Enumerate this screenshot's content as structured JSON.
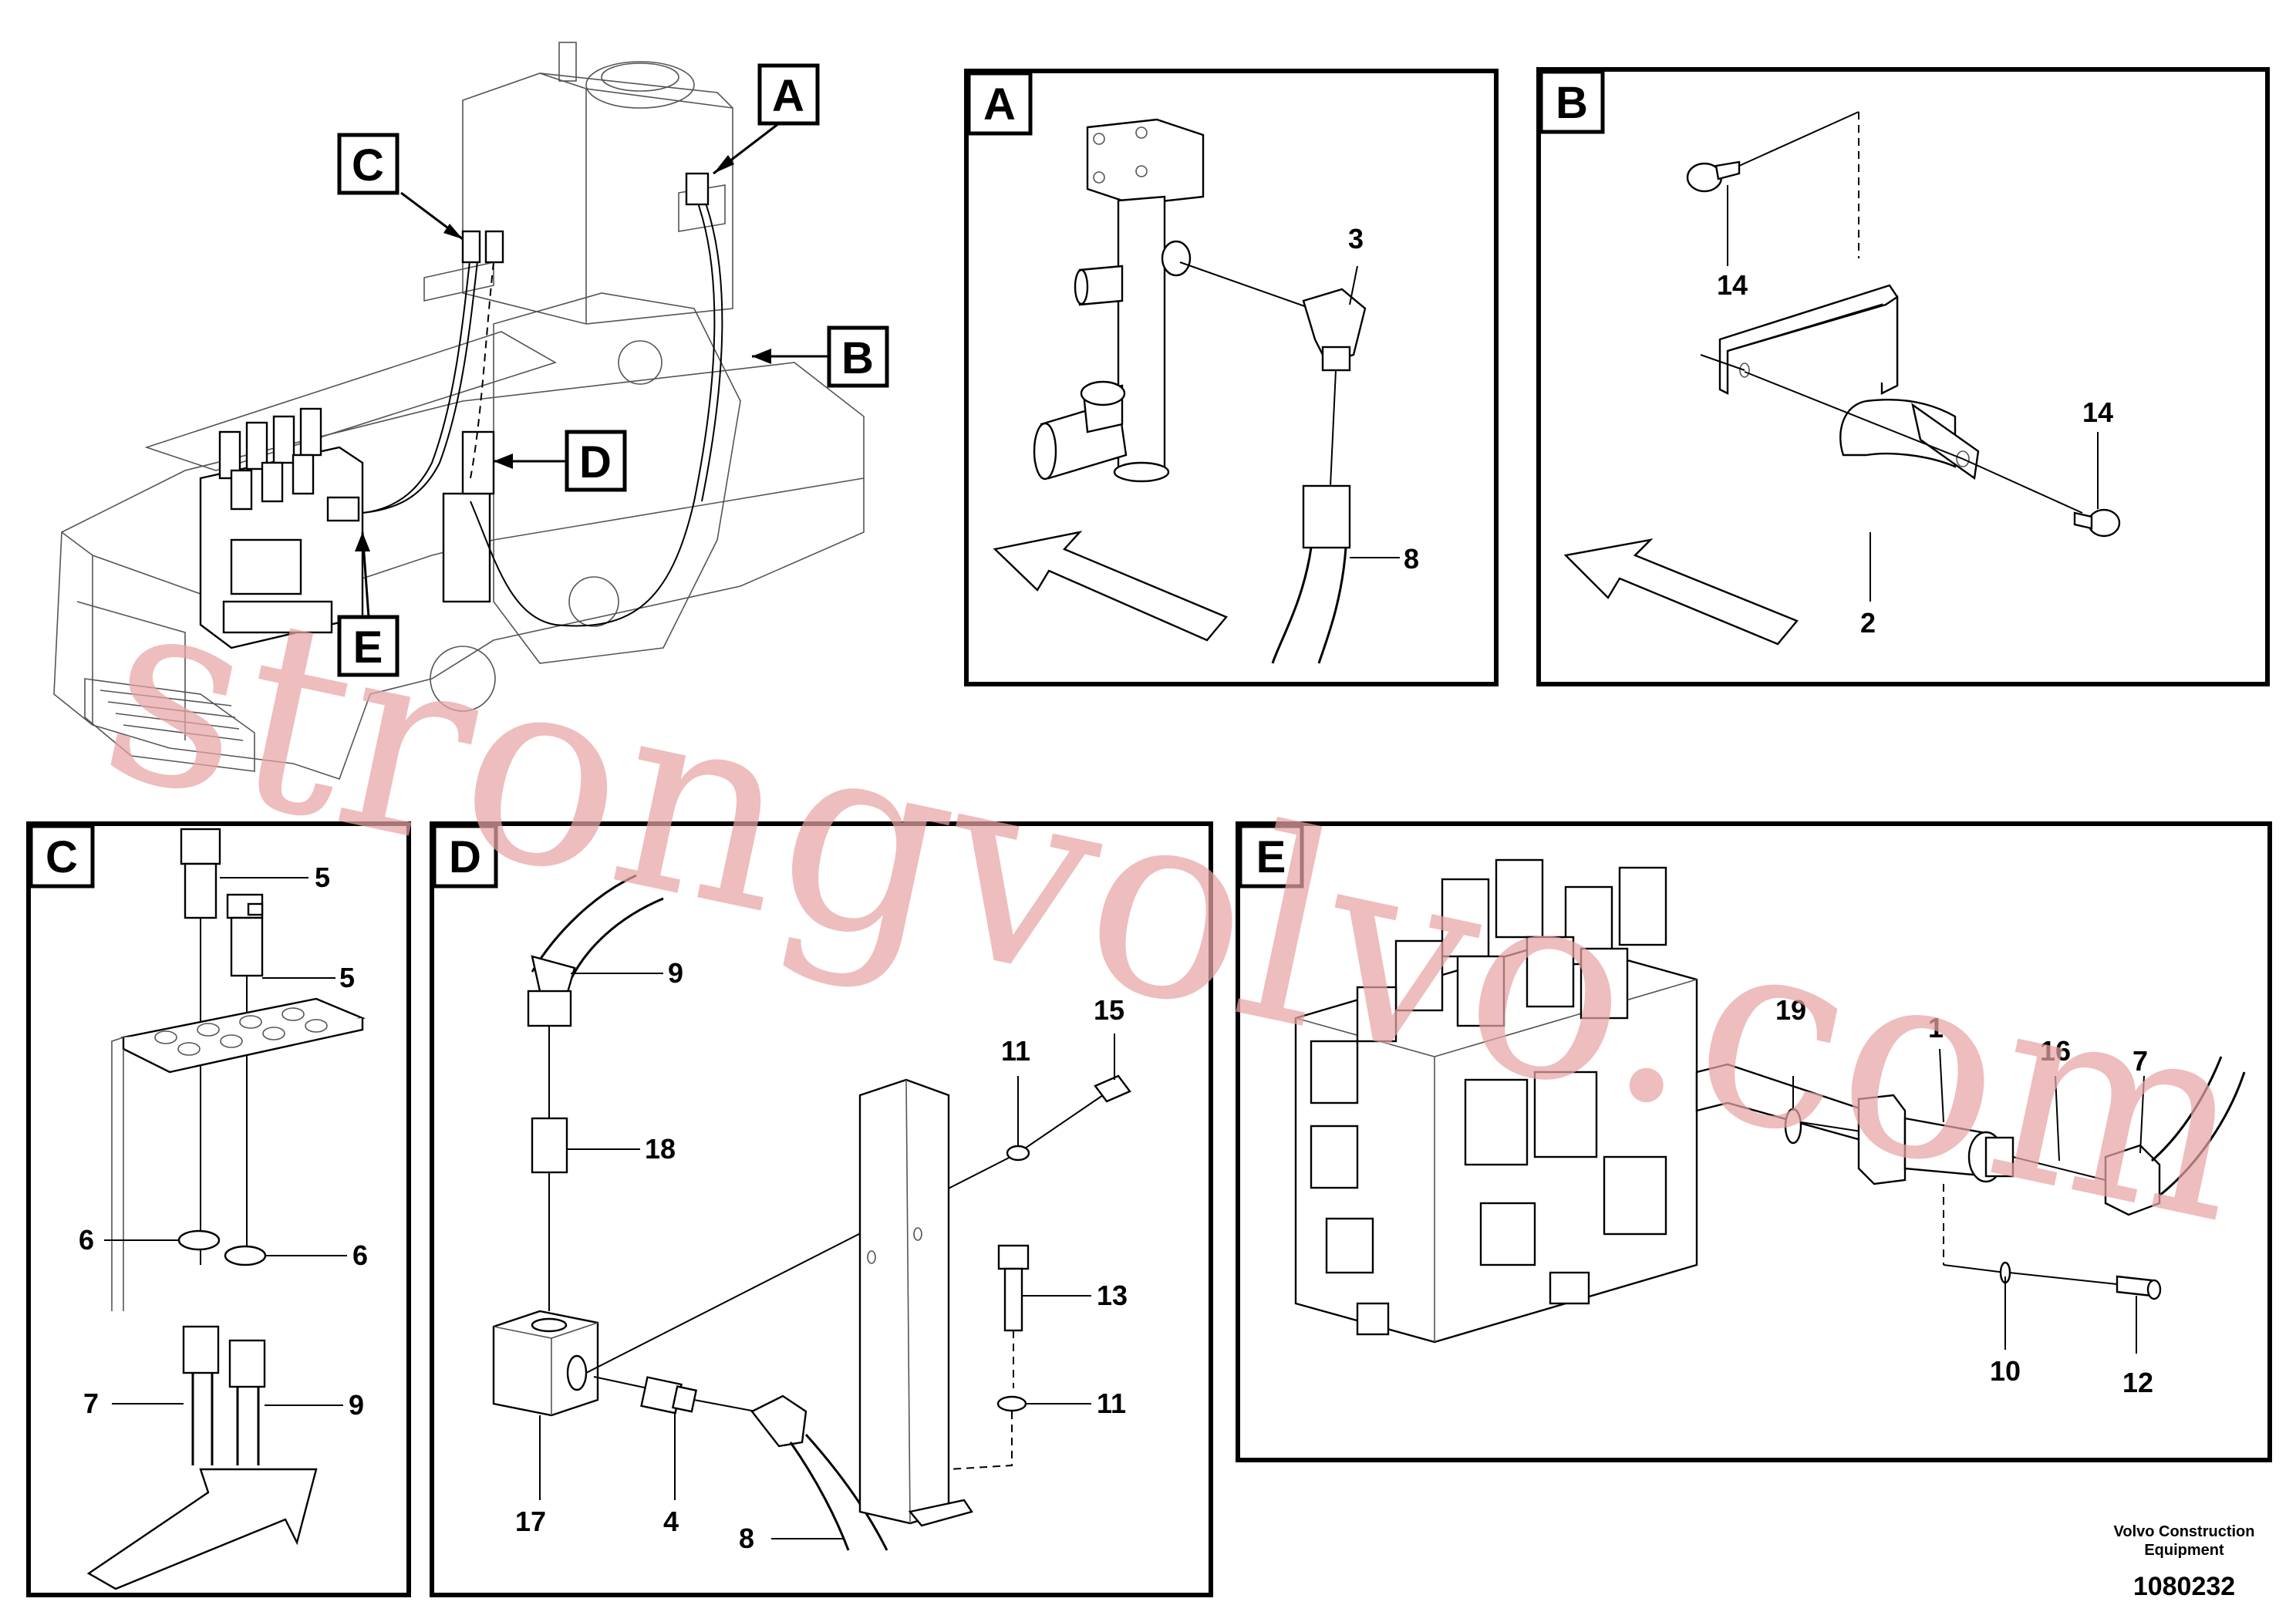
{
  "detail_views": {
    "A": {
      "tag": "A",
      "callouts": [
        "3",
        "8"
      ]
    },
    "B": {
      "tag": "B",
      "callouts": [
        "14",
        "14",
        "2"
      ]
    },
    "C": {
      "tag": "C",
      "callouts": [
        "5",
        "5",
        "6",
        "6",
        "7",
        "9"
      ]
    },
    "D": {
      "tag": "D",
      "callouts": [
        "9",
        "15",
        "11",
        "18",
        "13",
        "11",
        "17",
        "4",
        "8"
      ]
    },
    "E": {
      "tag": "E",
      "callouts": [
        "19",
        "1",
        "16",
        "7",
        "10",
        "12"
      ]
    }
  },
  "overview": {
    "tags": [
      "A",
      "B",
      "C",
      "D",
      "E"
    ]
  },
  "watermark": "strongvolvo.com",
  "footer": {
    "publisher_line1": "Volvo Construction",
    "publisher_line2": "Equipment",
    "figure_number": "1080232"
  }
}
